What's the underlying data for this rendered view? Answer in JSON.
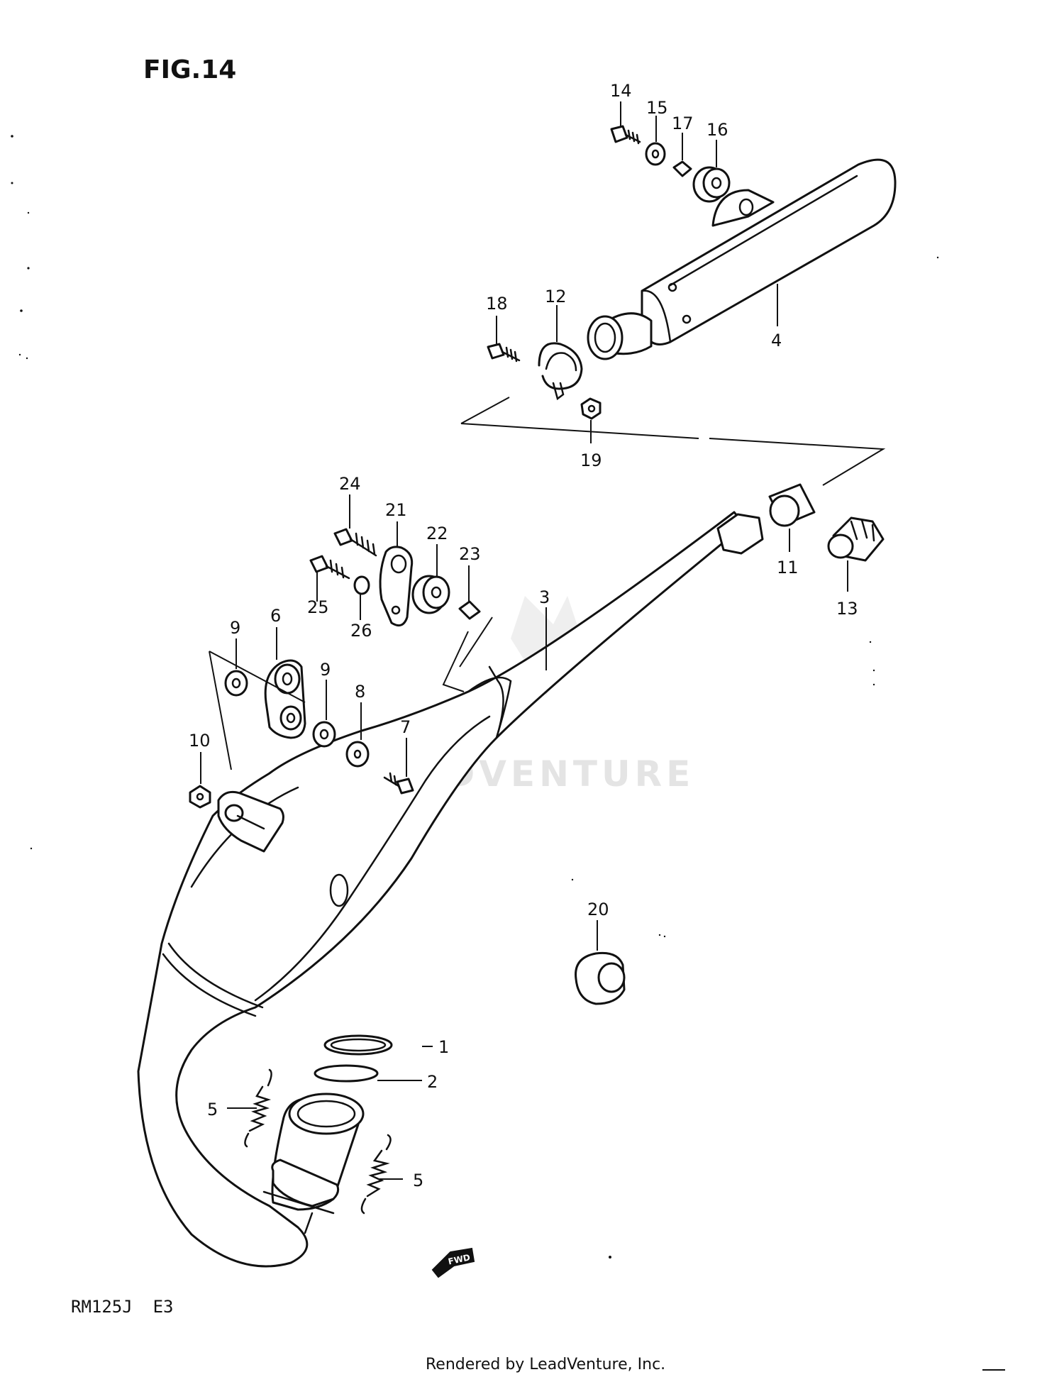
{
  "figure": {
    "title": "FIG.14",
    "model_code": "RM125J  E3",
    "footer_text": "Rendered by LeadVenture, Inc.",
    "watermark_text": "LEADVENTURE",
    "fwd_label": "FWD"
  },
  "callouts": [
    {
      "id": "c1",
      "label": "1"
    },
    {
      "id": "c2",
      "label": "2"
    },
    {
      "id": "c3",
      "label": "3"
    },
    {
      "id": "c4",
      "label": "4"
    },
    {
      "id": "c5a",
      "label": "5"
    },
    {
      "id": "c5b",
      "label": "5"
    },
    {
      "id": "c6",
      "label": "6"
    },
    {
      "id": "c7",
      "label": "7"
    },
    {
      "id": "c8",
      "label": "8"
    },
    {
      "id": "c9a",
      "label": "9"
    },
    {
      "id": "c9b",
      "label": "9"
    },
    {
      "id": "c10",
      "label": "10"
    },
    {
      "id": "c11",
      "label": "11"
    },
    {
      "id": "c12",
      "label": "12"
    },
    {
      "id": "c13",
      "label": "13"
    },
    {
      "id": "c14",
      "label": "14"
    },
    {
      "id": "c15",
      "label": "15"
    },
    {
      "id": "c16",
      "label": "16"
    },
    {
      "id": "c17",
      "label": "17"
    },
    {
      "id": "c18",
      "label": "18"
    },
    {
      "id": "c19",
      "label": "19"
    },
    {
      "id": "c20",
      "label": "20"
    },
    {
      "id": "c21",
      "label": "21"
    },
    {
      "id": "c22",
      "label": "22"
    },
    {
      "id": "c23",
      "label": "23"
    },
    {
      "id": "c24",
      "label": "24"
    },
    {
      "id": "c25",
      "label": "25"
    },
    {
      "id": "c26",
      "label": "26"
    }
  ]
}
